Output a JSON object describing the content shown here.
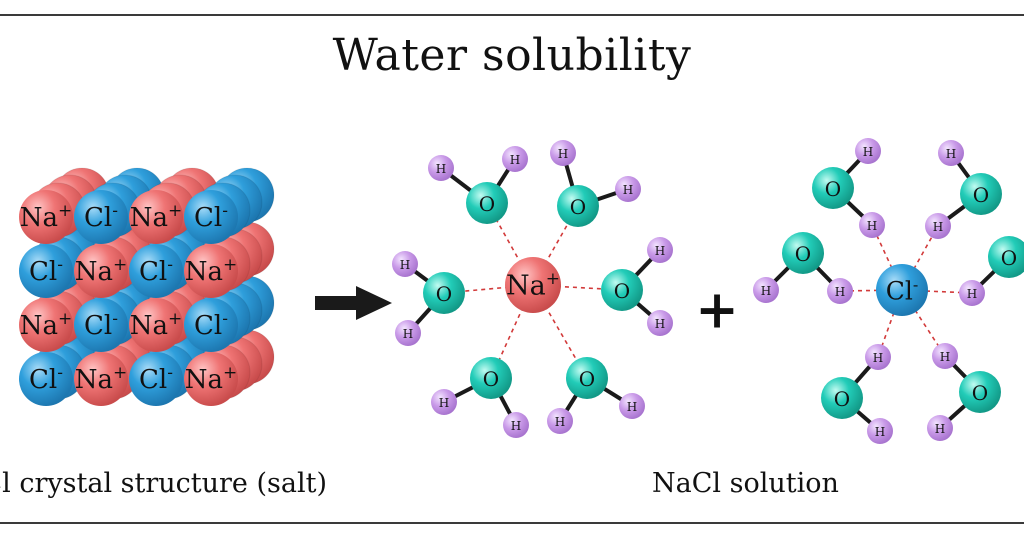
{
  "title": "Water solubility",
  "captions": {
    "crystal": "Cl crystal structure (salt)",
    "solution": "NaCl solution"
  },
  "atoms": {
    "sodium": "Na",
    "chloride": "Cl",
    "oxygen": "O",
    "hydrogen": "H",
    "plus_charge": "+",
    "minus_charge": "-"
  },
  "operator": "+",
  "colors": {
    "sodium": "#ee6f6f",
    "chloride": "#2f9fdc",
    "oxygen": "#22ccb8",
    "hydrogen": "#c99ae8",
    "bond": "#1a1a1a",
    "ion_dipole": "#d23a3a"
  },
  "crystal_lattice": [
    [
      "Na",
      "Cl",
      "Na",
      "Cl"
    ],
    [
      "Cl",
      "Na",
      "Cl",
      "Na"
    ],
    [
      "Na",
      "Cl",
      "Na",
      "Cl"
    ],
    [
      "Cl",
      "Na",
      "Cl",
      "Na"
    ]
  ]
}
